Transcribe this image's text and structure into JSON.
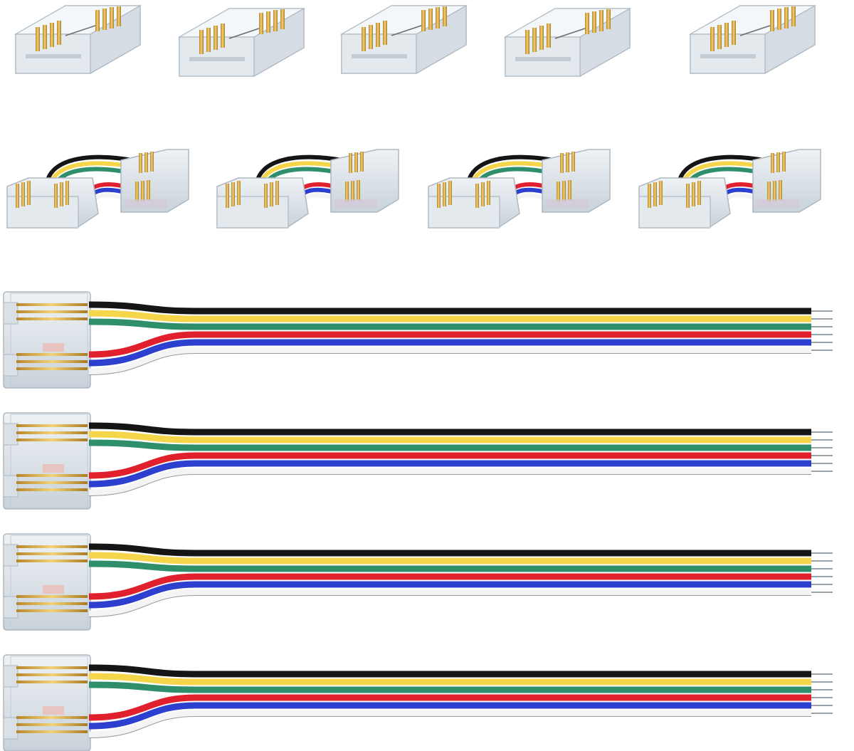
{
  "colors": {
    "background": "#ffffff",
    "wire_black": "#151515",
    "wire_yellow": "#f5d54a",
    "wire_green": "#2f8f6a",
    "wire_red": "#e0202c",
    "wire_blue": "#2c3fcf",
    "wire_white": "#f4f4f4",
    "gold_pin": "#d9b24a"
  },
  "product": {
    "straight_connectors": 5,
    "jumper_connectors": 4,
    "pigtail_cables": 4,
    "wire_count": 6
  }
}
